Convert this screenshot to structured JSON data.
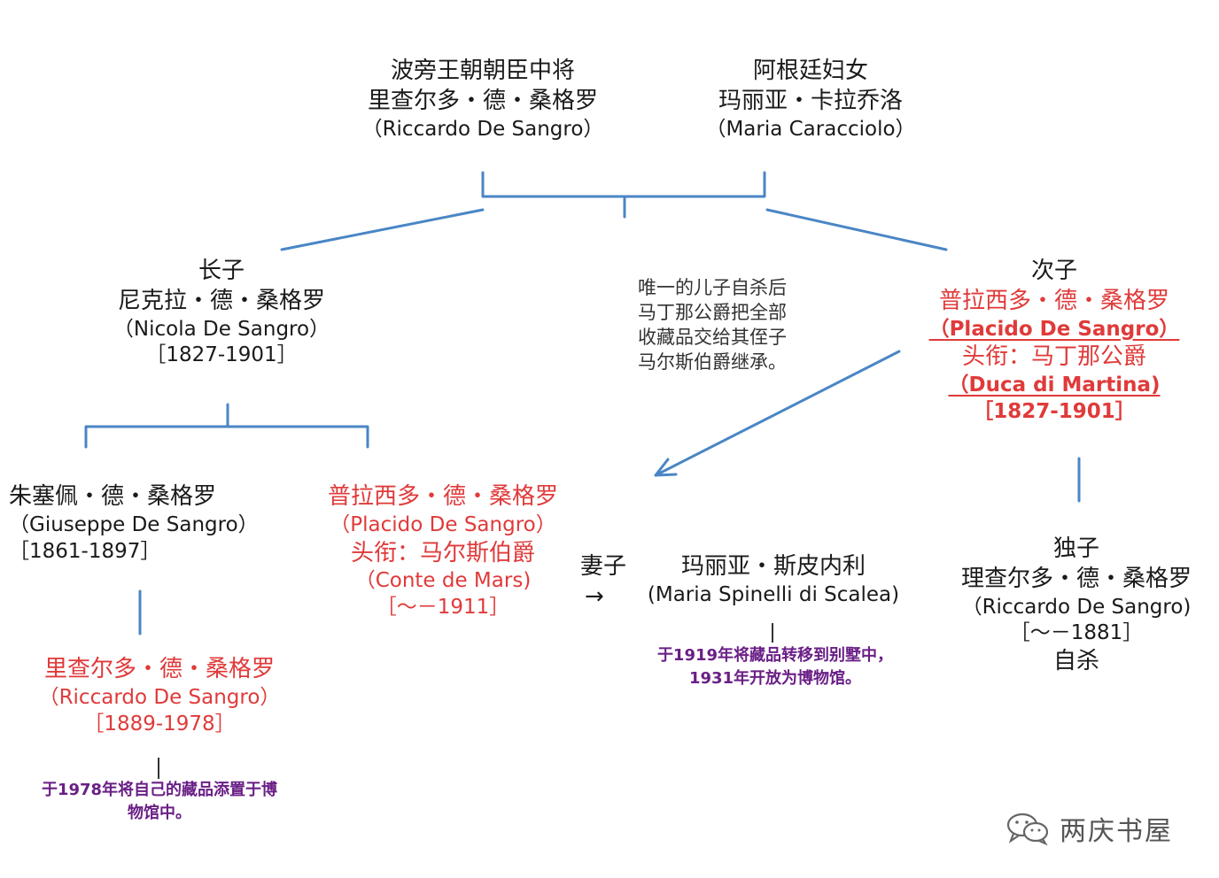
{
  "colors": {
    "connector": "#4a86c5",
    "black_text": "#1a1a1a",
    "red_text": "#e03a3a",
    "note_text": "#6a1f86"
  },
  "nodes": {
    "riccardo_sr": {
      "line1": "波旁王朝朝臣中将",
      "line2": "里查尔多・德・桑格罗",
      "line3": "（Riccardo De Sangro）"
    },
    "maria_caracciolo": {
      "line1": "阿根廷妇女",
      "line2": "玛丽亚・卡拉乔洛",
      "line3": "（Maria Caracciolo）"
    },
    "nicola": {
      "role": "长子",
      "name_zh": "尼克拉・德・桑格罗",
      "name_lat": "（Nicola De Sangro）",
      "years": "［1827-1901］"
    },
    "placido_duke": {
      "role": "次子",
      "name_zh": "普拉西多・德・桑格罗",
      "name_lat": "（Placido De Sangro）",
      "title_zh": "头衔：马丁那公爵",
      "title_lat": "（Duca di Martina)",
      "years": "［1827-1901］"
    },
    "giuseppe": {
      "name_zh": "朱塞佩・德・桑格罗",
      "name_lat": "（Giuseppe De Sangro）",
      "years": "［1861-1897］"
    },
    "placido_count": {
      "name_zh": "普拉西多・德・桑格罗",
      "name_lat": "（Placido De Sangro）",
      "title_zh": "头衔：马尔斯伯爵",
      "title_lat": "（Conte de Mars)",
      "years": "［～－1911］"
    },
    "riccardo_grandson": {
      "name_zh": "里查尔多・德・桑格罗",
      "name_lat": "（Riccardo De Sangro）",
      "years": "［1889-1978］"
    },
    "wife_label": {
      "text": "妻子",
      "arrow": "→"
    },
    "maria_spinelli": {
      "name_zh": "玛丽亚・斯皮内利",
      "name_lat": "(Maria Spinelli di Scalea)"
    },
    "riccardo_only_son": {
      "role": "独子",
      "name_zh": "理查尔多・德・桑格罗",
      "name_lat": "（Riccardo De Sangro)",
      "years": "［～－1881］",
      "fate": "自杀"
    }
  },
  "annotations": {
    "inheritance": [
      "唯一的儿子自杀后",
      "马丁那公爵把全部",
      "收藏品交给其侄子",
      "马尔斯伯爵继承。"
    ],
    "spinelli_note": [
      "于1919年将藏品转移到别墅中，",
      "1931年开放为博物馆。"
    ],
    "riccardo_note": [
      "于1978年将自己的藏品添置于博",
      "物馆中。"
    ]
  },
  "watermark": {
    "icon": "wechat-icon",
    "text": "两庆书屋"
  }
}
